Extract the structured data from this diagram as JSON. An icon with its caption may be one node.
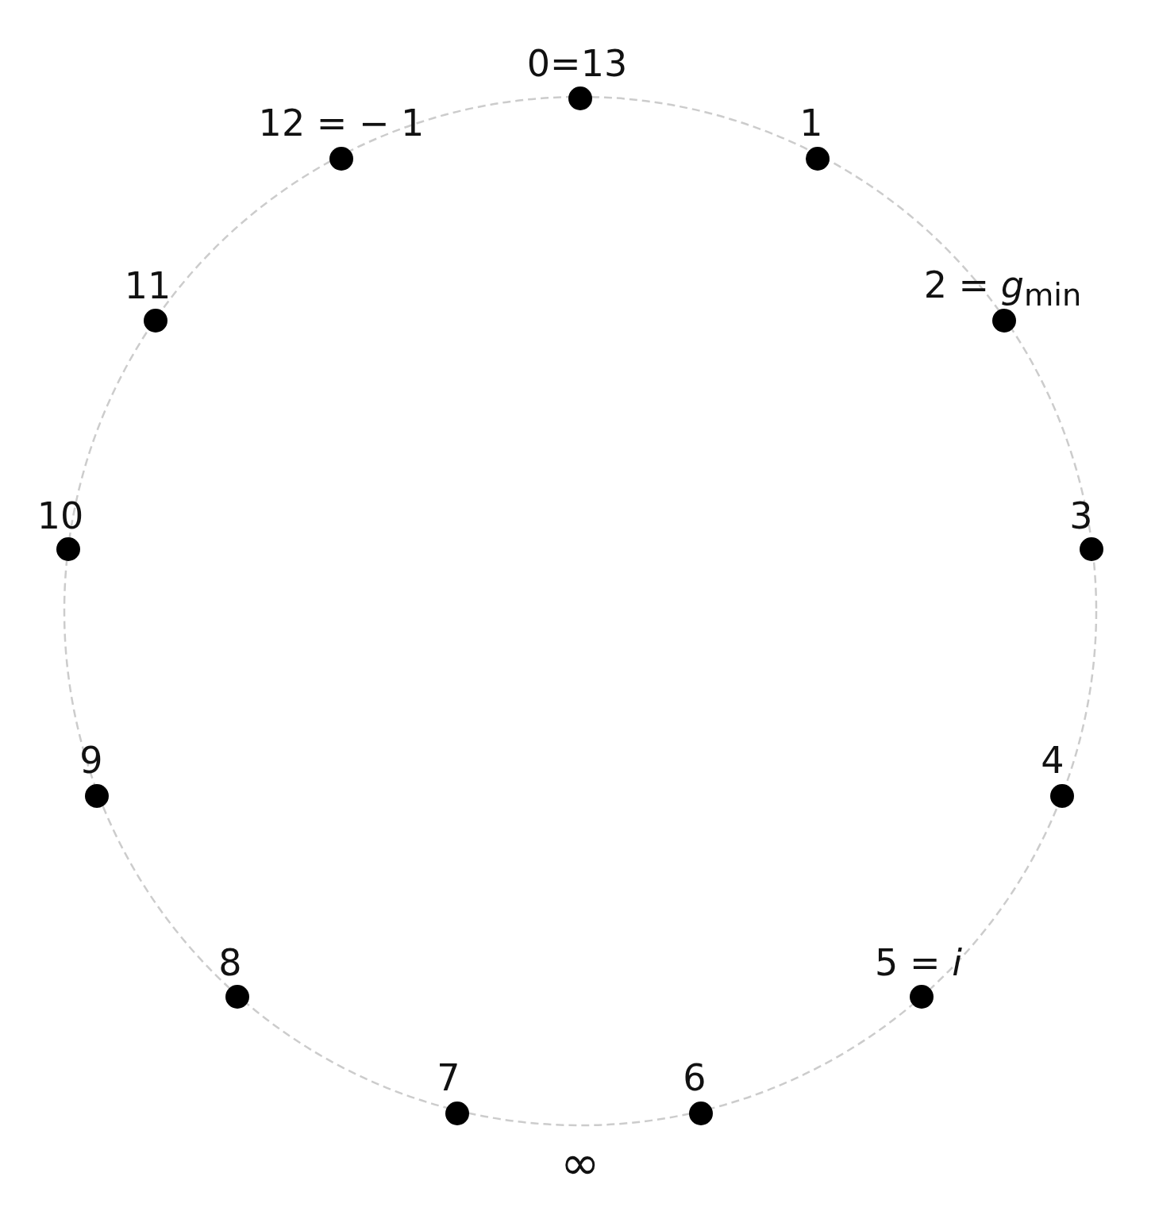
{
  "diagram": {
    "nodes": [
      {
        "text": [],
        "shape": "circle",
        "beside": [
          "0=13"
        ]
      },
      {
        "text": [],
        "shape": "circle",
        "beside": [
          "1"
        ]
      },
      {
        "text": [],
        "shape": "circle",
        "beside": [
          "2 = *g*$_{min}$"
        ]
      },
      {
        "text": [],
        "shape": "circle",
        "beside": [
          "3"
        ]
      },
      {
        "text": [],
        "shape": "circle",
        "beside": [
          "4"
        ]
      },
      {
        "text": [],
        "shape": "circle",
        "beside": [
          "5 = *i*"
        ]
      },
      {
        "text": [],
        "shape": "circle",
        "beside": [
          "6"
        ]
      },
      {
        "text": [],
        "shape": "circle",
        "beside": [
          "7"
        ]
      },
      {
        "text": [],
        "shape": "circle",
        "beside": [
          "8"
        ]
      },
      {
        "text": [],
        "shape": "circle",
        "beside": [
          "9"
        ]
      },
      {
        "text": [],
        "shape": "circle",
        "beside": [
          "10"
        ]
      },
      {
        "text": [],
        "shape": "circle",
        "beside": [
          "11"
        ]
      },
      {
        "text": [],
        "shape": "circle",
        "beside": [
          "12 = − 1"
        ]
      }
    ],
    "labels": [
      "∞"
    ]
  }
}
